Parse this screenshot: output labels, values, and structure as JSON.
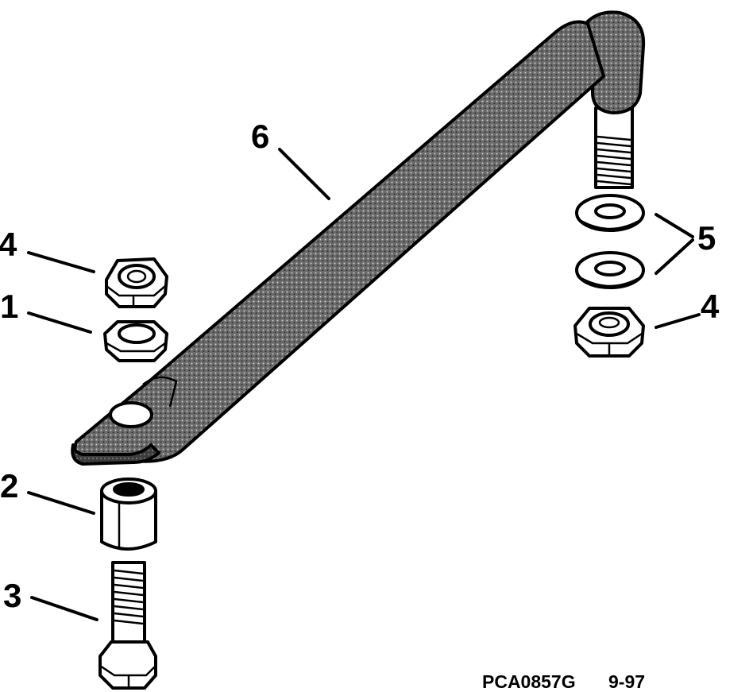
{
  "callouts": {
    "nut_left": "4",
    "jam_nut_left": "1",
    "spacer": "2",
    "cap_screw": "3",
    "drag_link": "6",
    "washers": "5",
    "nut_right": "4"
  },
  "figure_code": "PCA0857G",
  "figure_date": "9-97",
  "colors": {
    "ink": "#000000",
    "paper": "#ffffff",
    "stipple_shade": "#5c5c5c"
  }
}
